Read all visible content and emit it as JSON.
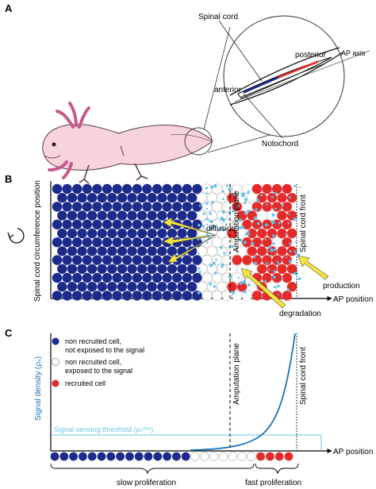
{
  "colors": {
    "navy": "#1c2a8c",
    "red": "#e32b2b",
    "signal_blue": "#1a73b8",
    "cyan_dot": "#5bc3ea",
    "threshold": "#6ec6e6",
    "arrow_yellow": "#f6e43a",
    "axolotl_pink": "#f7d3da",
    "axolotl_gill": "#c65a8b"
  },
  "panel_a": {
    "letter": "A",
    "labels": {
      "spinal_cord": "Spinal cord",
      "posterior": "posterior",
      "anterior": "anterior",
      "ap_axis": "AP axis",
      "notochord": "Notochord"
    }
  },
  "panel_b": {
    "letter": "B",
    "y_axis_label": "Spinal cord circumference position",
    "x_axis_label": "AP position",
    "amputation_plane": "Amputation plane",
    "spinal_cord_front": "Spinal cord front",
    "diffusion": "diffusion",
    "production": "production",
    "degradation": "degradation"
  },
  "panel_c": {
    "letter": "C",
    "y_axis_label": "Signal density (ρₛ)",
    "x_axis_label": "AP position",
    "amputation_plane": "Amputation plane",
    "spinal_cord_front": "Spinal cord front",
    "threshold_label": "Signal sensing threshold (ρₛᵐⁱⁿ)",
    "legend": {
      "non_recruited_1": "non recruited cell,",
      "non_recruited_1b": "not exposed to the signal",
      "non_recruited_2": "non recruited cell,",
      "non_recruited_2b": "exposed to the signal",
      "recruited": "recruited cell"
    },
    "slow": "slow proliferation",
    "fast": "fast proliferation"
  }
}
